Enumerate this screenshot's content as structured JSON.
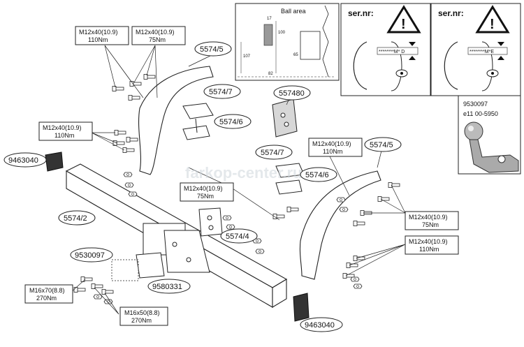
{
  "inset_ball_area": {
    "title": "Ball area",
    "dims": [
      "17",
      "100",
      "107",
      "82",
      "65"
    ]
  },
  "serial_boxes": [
    {
      "label": "ser.nr:",
      "code": "********M* D"
    },
    {
      "label": "ser.nr:",
      "code": "********M*E"
    }
  ],
  "ball_inset": {
    "part": "9530097",
    "approval": "e11 00-5950"
  },
  "part_ovals": {
    "p5574_5_left": "5574/5",
    "p5574_7_top": "5574/7",
    "p557480": "557480",
    "p5574_6_top": "5574/6",
    "p9463040_left": "9463040",
    "p5574_7_mid": "5574/7",
    "p5574_6_mid": "5574/6",
    "p5574_5_right": "5574/5",
    "p5574_2": "5574/2",
    "p5574_4": "5574/4",
    "p9530097": "9530097",
    "p9580331": "9580331",
    "p9463040_bottom": "9463040"
  },
  "torque_boxes": {
    "t1": {
      "bolt": "M12x40(10.9)",
      "torque": "110Nm"
    },
    "t2": {
      "bolt": "M12x40(10.9)",
      "torque": "75Nm"
    },
    "t3": {
      "bolt": "M12x40(10.9)",
      "torque": "110Nm"
    },
    "t4": {
      "bolt": "M12x40(10.9)",
      "torque": "110Nm"
    },
    "t5": {
      "bolt": "M12x40(10.9)",
      "torque": "75Nm"
    },
    "t6": {
      "bolt": "M12x40(10.9)",
      "torque": "75Nm"
    },
    "t7": {
      "bolt": "M12x40(10.9)",
      "torque": "110Nm"
    },
    "t8": {
      "bolt": "M16x70(8.8)",
      "torque": "270Nm"
    },
    "t9": {
      "bolt": "M16x50(8.8)",
      "torque": "270Nm"
    }
  },
  "watermark": "farkop-center.ru"
}
